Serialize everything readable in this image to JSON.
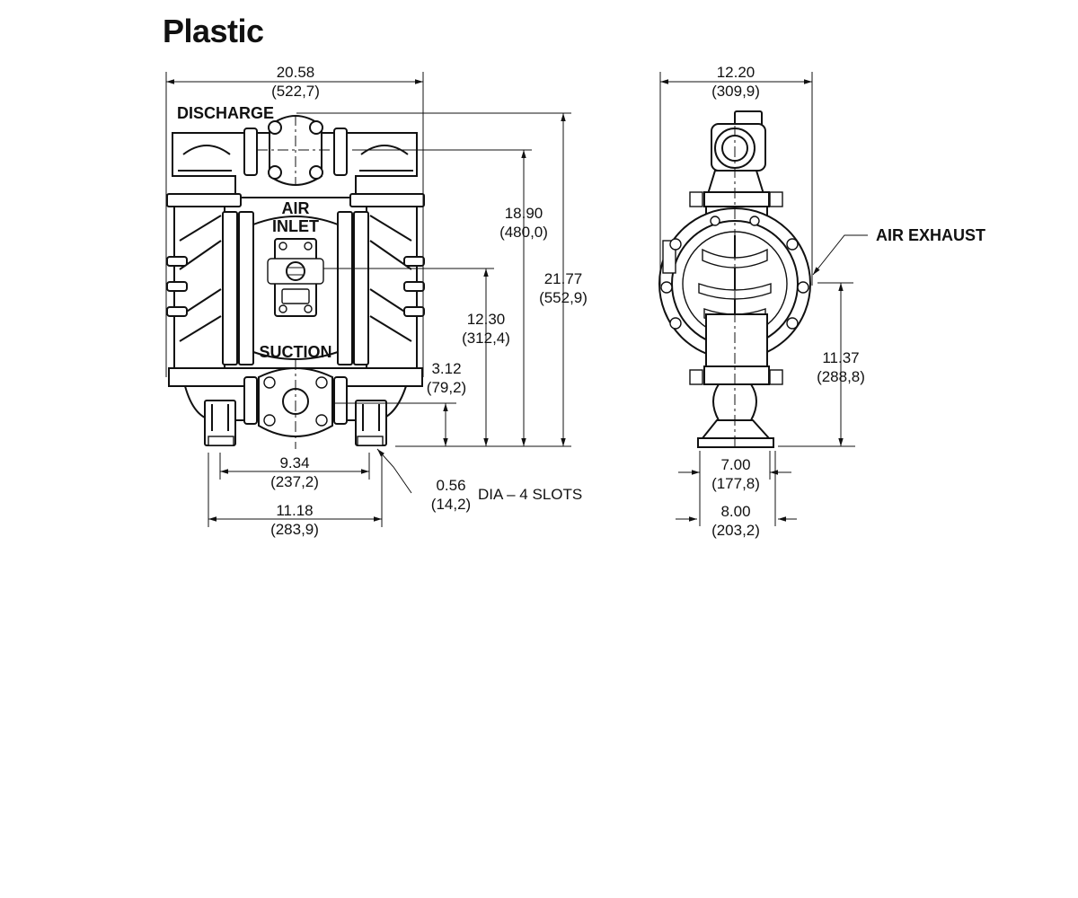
{
  "title": "Plastic",
  "labels": {
    "discharge": "DISCHARGE",
    "air_inlet_1": "AIR",
    "air_inlet_2": "INLET",
    "suction": "SUCTION",
    "air_exhaust": "AIR EXHAUST",
    "slots": "DIA – 4 SLOTS"
  },
  "dimensions": {
    "overall_width": {
      "in": "20.58",
      "mm": "(522,7)"
    },
    "discharge_height": {
      "in": "18.90",
      "mm": "(480,0)"
    },
    "overall_height": {
      "in": "21.77",
      "mm": "(552,9)"
    },
    "air_inlet_height": {
      "in": "12.30",
      "mm": "(312,4)"
    },
    "suction_height": {
      "in": "3.12",
      "mm": "(79,2)"
    },
    "inner_foot_width": {
      "in": "9.34",
      "mm": "(237,2)"
    },
    "outer_foot_width": {
      "in": "11.18",
      "mm": "(283,9)"
    },
    "slot_dia": {
      "in": "0.56",
      "mm": "(14,2)"
    },
    "side_width": {
      "in": "12.20",
      "mm": "(309,9)"
    },
    "exhaust_height": {
      "in": "11.37",
      "mm": "(288,8)"
    },
    "base_inner": {
      "in": "7.00",
      "mm": "(177,8)"
    },
    "base_outer": {
      "in": "8.00",
      "mm": "(203,2)"
    }
  }
}
